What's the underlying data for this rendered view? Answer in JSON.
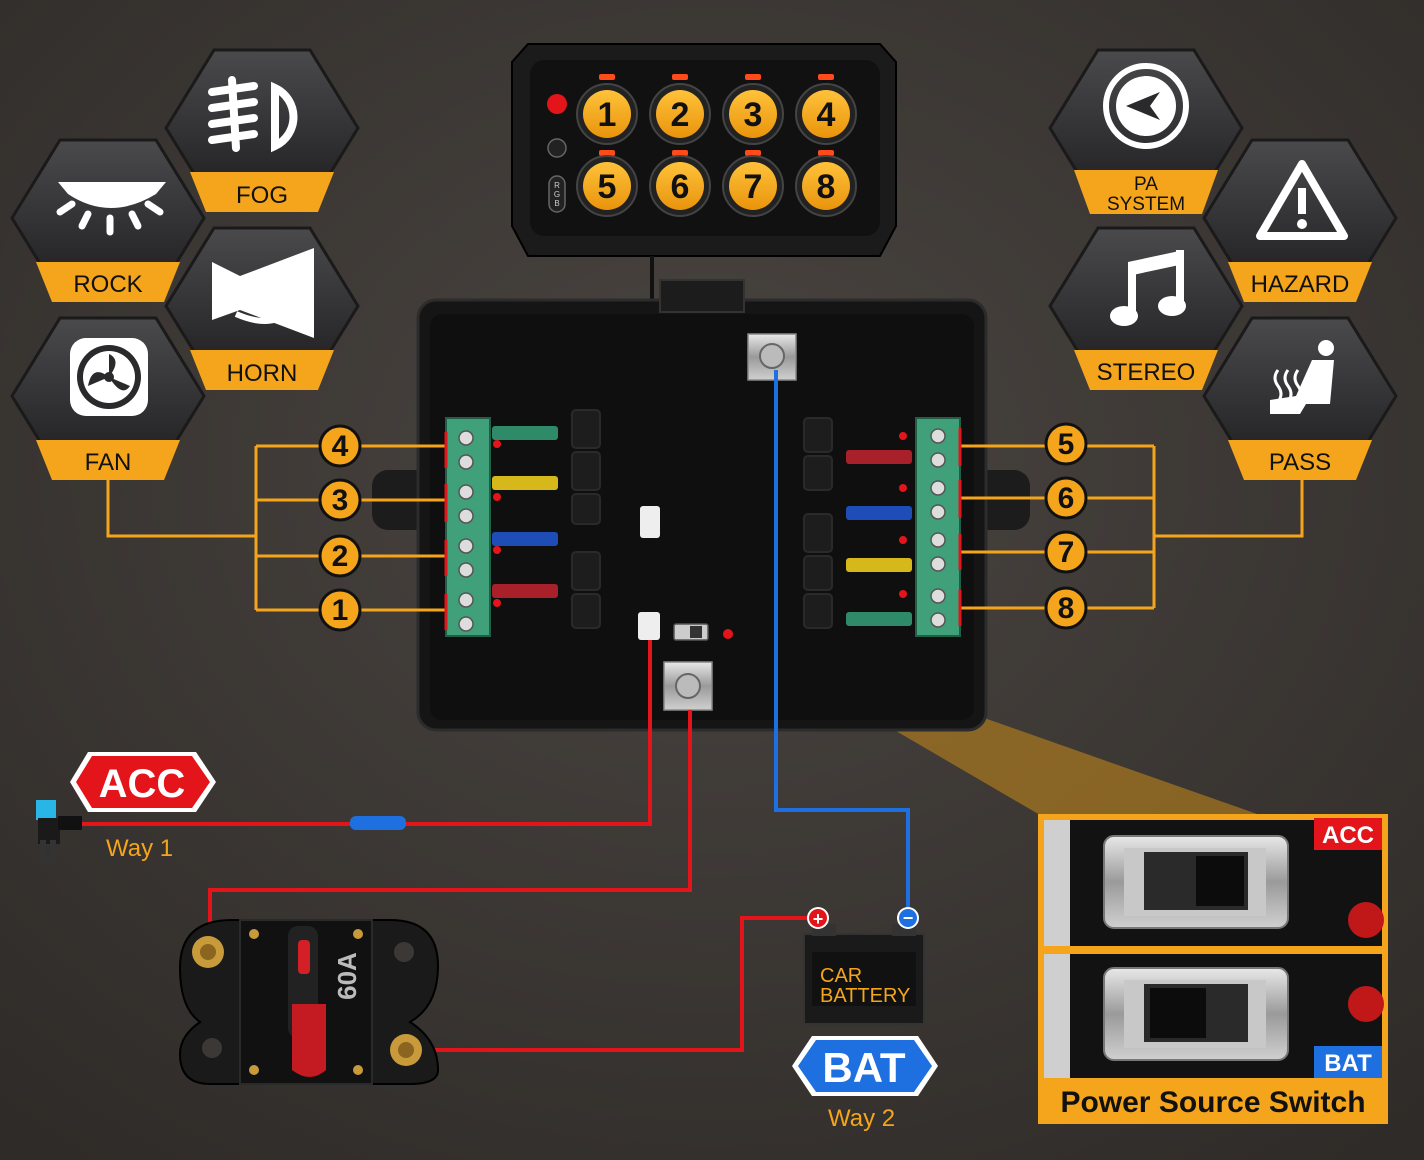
{
  "colors": {
    "background": "#3c3835",
    "accent_orange": "#f4a51c",
    "hex_dark": "#2a2a2c",
    "wire_red": "#e3141a",
    "wire_blue": "#1e6fe0",
    "acc_red": "#e3141a",
    "bat_blue": "#1e6fe0"
  },
  "control_panel": {
    "buttons": [
      "1",
      "2",
      "3",
      "4",
      "5",
      "6",
      "7",
      "8"
    ],
    "side_labels": [
      "R",
      "G",
      "B"
    ]
  },
  "left_functions": [
    {
      "label": "FOG",
      "icon": "fog-light-icon"
    },
    {
      "label": "ROCK",
      "icon": "rock-light-icon"
    },
    {
      "label": "HORN",
      "icon": "horn-icon"
    },
    {
      "label": "FAN",
      "icon": "fan-icon"
    }
  ],
  "right_functions": [
    {
      "label": "PA\nSYSTEM",
      "label_line1": "PA",
      "label_line2": "SYSTEM",
      "icon": "pa-system-icon"
    },
    {
      "label": "HAZARD",
      "icon": "hazard-icon"
    },
    {
      "label": "STEREO",
      "icon": "music-note-icon"
    },
    {
      "label": "PASS",
      "icon": "heated-seat-icon"
    }
  ],
  "left_channels": [
    "4",
    "3",
    "2",
    "1"
  ],
  "right_channels": [
    "5",
    "6",
    "7",
    "8"
  ],
  "acc": {
    "badge": "ACC",
    "way": "Way 1"
  },
  "battery": {
    "line1": "CAR",
    "line2": "BATTERY",
    "badge": "BAT",
    "way": "Way 2",
    "plus": "+",
    "minus": "−"
  },
  "breaker": {
    "rating": "60A"
  },
  "power_switch": {
    "acc_badge": "ACC",
    "bat_badge": "BAT",
    "caption": "Power Source Switch"
  }
}
